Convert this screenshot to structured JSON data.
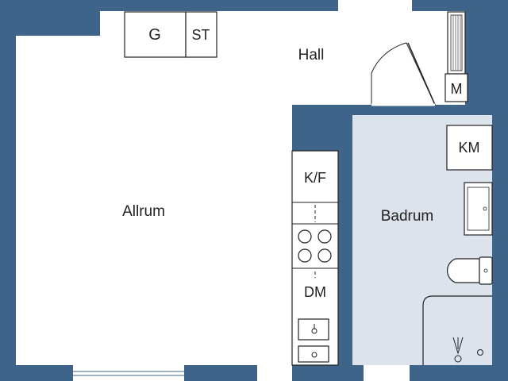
{
  "colors": {
    "wall": "#3f6489",
    "floor": "#ffffff",
    "bathroom_floor": "#dde3ec",
    "line": "#222222"
  },
  "rooms": {
    "allrum": "Allrum",
    "hall": "Hall",
    "badrum": "Badrum"
  },
  "fixtures": {
    "freezer": "G",
    "storage": "ST",
    "meter": "M",
    "fridge_freezer": "K/F",
    "dishwasher": "DM",
    "washing_machine": "KM"
  }
}
